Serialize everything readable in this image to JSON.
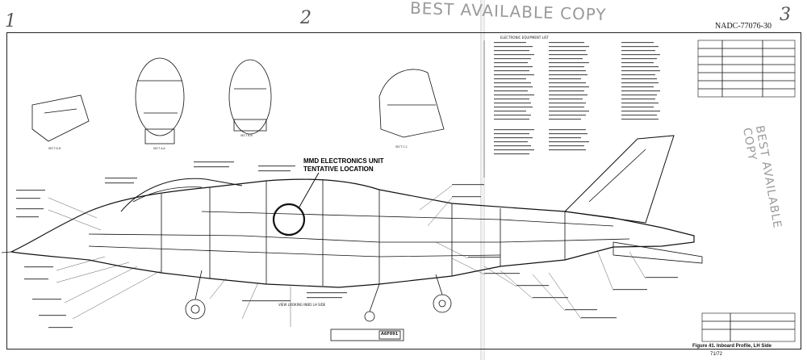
{
  "margin_numbers": [
    "1",
    "2",
    "3"
  ],
  "stamp_top": "BEST AVAILABLE COPY",
  "stamp_right": "BEST AVAILABLE COPY",
  "doc_id": "NADC-77076-30",
  "callout": {
    "line1": "MMD ELECTRONICS UNIT",
    "line2": "TENTATIVE LOCATION"
  },
  "figure_caption": "Figure 41.  Inboard Profile, LH Side",
  "page_number": "71/72",
  "drawing_number": "A6F091",
  "small_labels": {
    "view_looking_inbd": "VIEW LOOKING INBD LH SIDE",
    "equip_list": "ELECTRONIC EQUIPMENT LIST",
    "section_a": "SECT A-A",
    "section_b": "SECT B-B",
    "section_c": "SECT C-C",
    "section_d": "SECT D-D"
  }
}
